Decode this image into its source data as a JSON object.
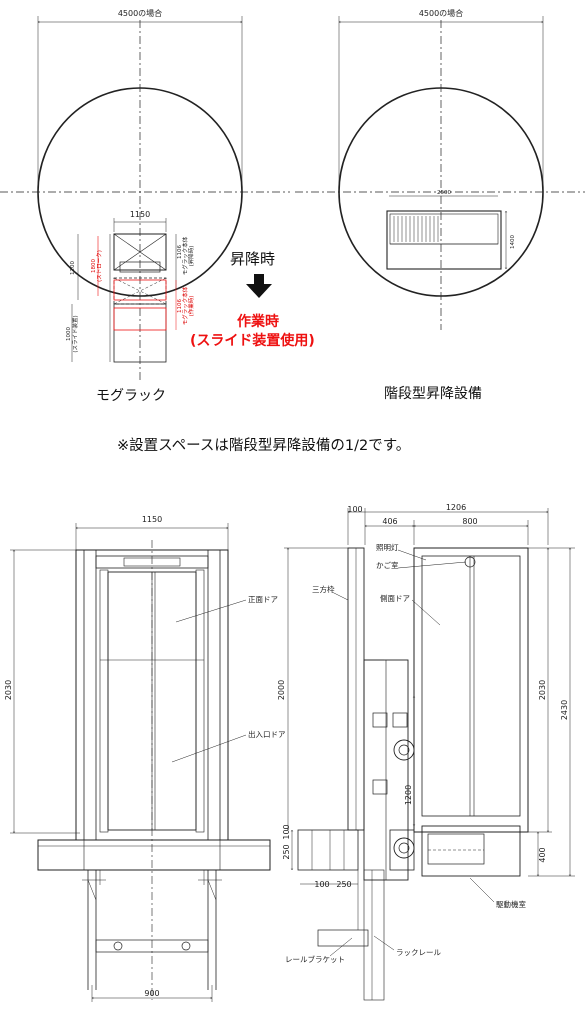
{
  "top": {
    "left_circle_label": "4500の場合",
    "right_circle_label": "4500の場合",
    "mograck_width": "1150",
    "mograck_stroke": "1800",
    "mograck_stroke_note": "(ストローク)",
    "mograck_height_left": "1200",
    "mograck_frame_top": "1106",
    "mograck_frame_top_note": "モグラック本体",
    "mograck_frame_top_note2": "(昇降時)",
    "mograck_frame_bottom": "1106",
    "mograck_frame_bottom_note": "モグラック本体",
    "mograck_frame_bottom_note2": "(作業時)",
    "mograck_slide": "1000",
    "mograck_slide_note": "(スライド装置)",
    "stair_width": "2500",
    "stair_height": "1400",
    "lift_label": "昇降時",
    "arrow_icon": "down-arrow",
    "work_label": "作業時",
    "work_sub_label": "(スライド装置使用)",
    "mograck_caption": "モグラック",
    "stair_caption": "階段型昇降設備"
  },
  "note": "※設置スペースは階段型昇降設備の1/2です。",
  "front": {
    "width": "1150",
    "height": "2030",
    "base_width": "900",
    "front_door": "正面ドア",
    "entry_door": "出入口ドア"
  },
  "side": {
    "d100": "100",
    "d1206": "1206",
    "d406": "406",
    "d800": "800",
    "height_2000": "2000",
    "height_2030": "2030",
    "height_2430": "2430",
    "height_1200": "1200",
    "height_400": "400",
    "d250v": "250",
    "d100v": "100",
    "d100h": "100",
    "d250h": "250",
    "lighting": "照明灯",
    "cage": "かご室",
    "side_door": "側面ドア",
    "frame": "三方枠",
    "drive_room": "駆動機室",
    "rail_bracket": "レールブラケット",
    "rack_rail": "ラックレール"
  },
  "colors": {
    "line": "#222222",
    "red": "#e11111",
    "arrow": "#111111"
  }
}
